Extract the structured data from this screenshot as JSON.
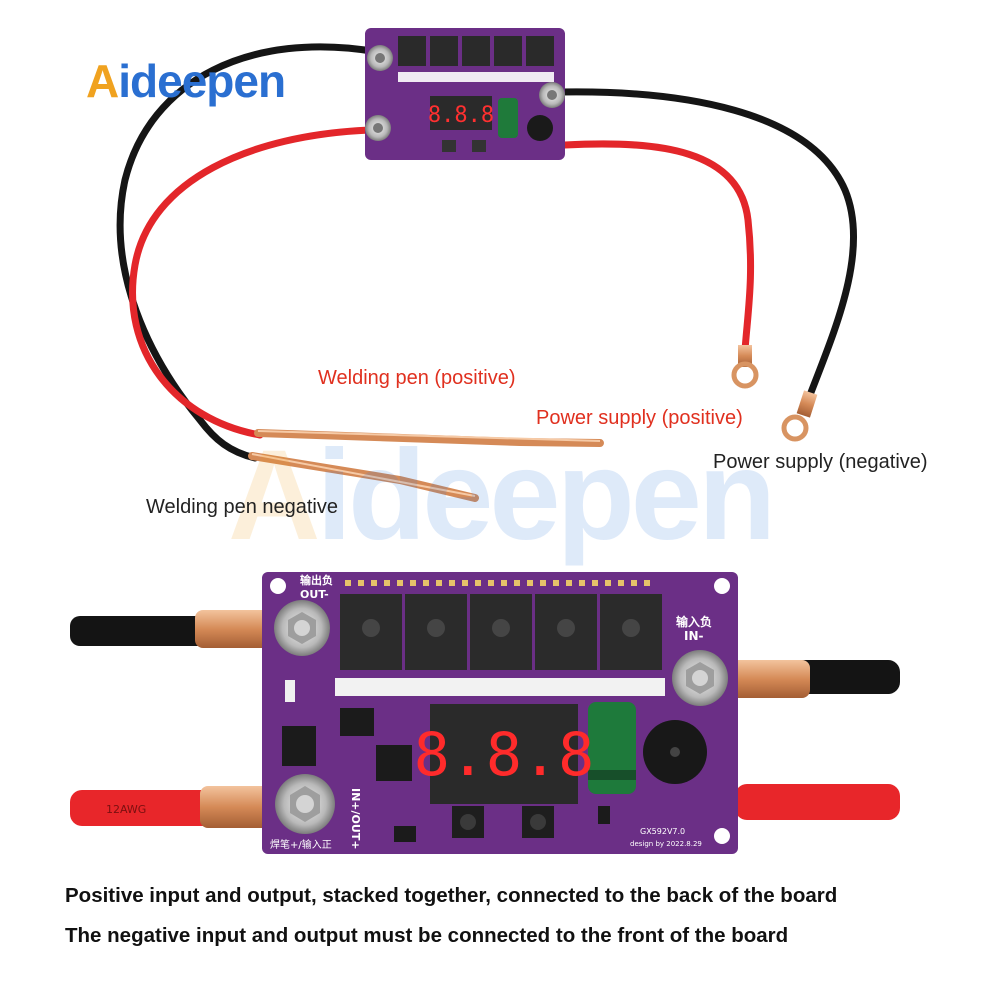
{
  "brand": {
    "logo_first": "A",
    "logo_rest": "ideepen"
  },
  "watermark": {
    "first": "A",
    "rest": "ideepen"
  },
  "labels": {
    "pen_positive": "Welding pen (positive)",
    "supply_positive": "Power supply (positive)",
    "supply_negative": "Power supply (negative)",
    "pen_negative": "Welding pen negative"
  },
  "board": {
    "out_neg": "输出负\nOUT-",
    "in_neg": "输入负\nIN-",
    "side_label": "IN+/OUT+",
    "bottom_label": "焊笔+/输入正",
    "cable_label": "12AWG",
    "model": "GX592V7.0",
    "design": "design by 2022.8.29",
    "display": "8.8.8"
  },
  "captions": {
    "line1": "Positive input and output, stacked together, connected to the back of the board",
    "line2": "The negative input and output must be connected to the front of the board"
  },
  "colors": {
    "board": "#6b2f86",
    "red_wire": "#e8262a",
    "black_wire": "#1a1a1a",
    "copper": "#d9925d",
    "label_red": "#e0301f"
  }
}
